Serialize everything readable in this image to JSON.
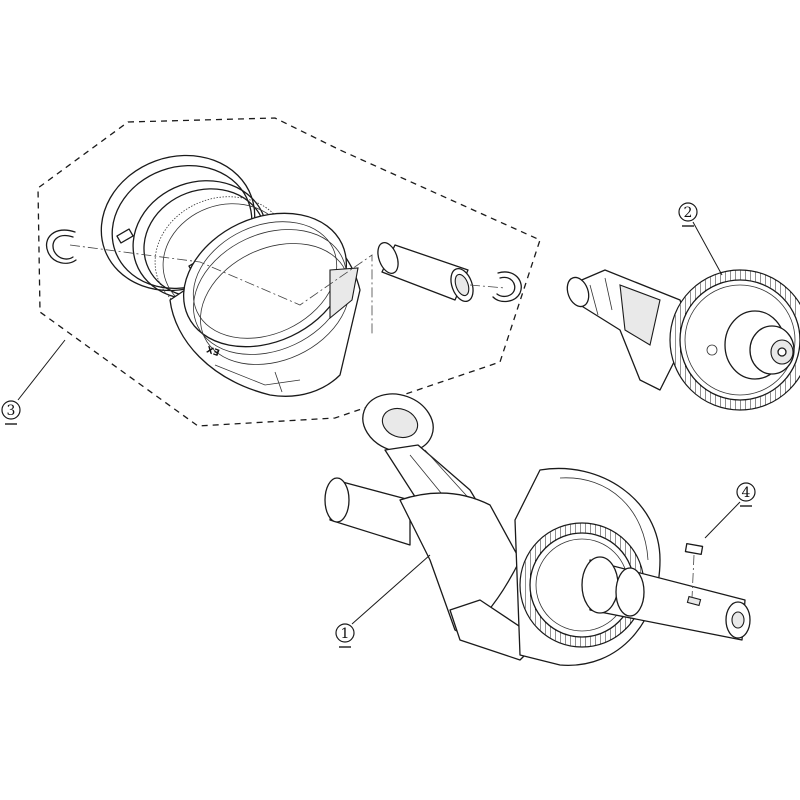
{
  "callouts": [
    {
      "id": "1"
    },
    {
      "id": "2"
    },
    {
      "id": "3"
    },
    {
      "id": "4"
    }
  ],
  "piston_mark": "EX"
}
